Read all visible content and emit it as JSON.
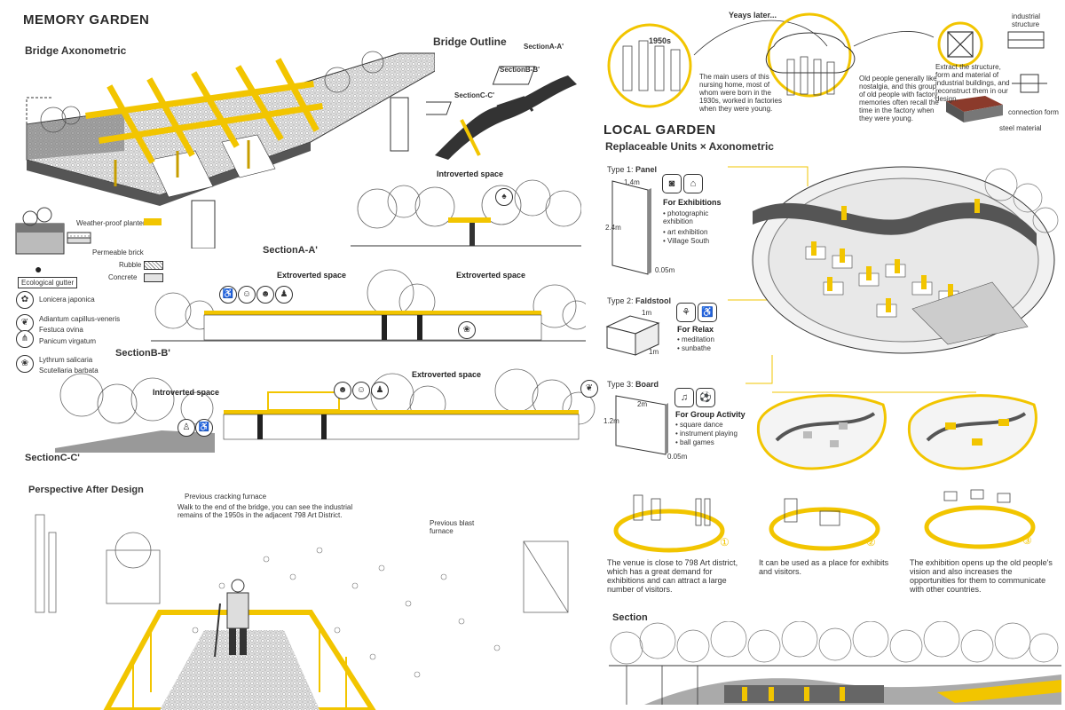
{
  "titles": {
    "memory_garden": "MEMORY GARDEN",
    "bridge_axonometric": "Bridge Axonometric",
    "bridge_outline": "Bridge Outline",
    "local_garden": "LOCAL GARDEN",
    "replaceable_units": "Replaceable Units × Axonometric",
    "perspective": "Perspective After Design",
    "section": "Section"
  },
  "bridge_outline_labels": [
    "SectionA-A'",
    "SectionB-B'",
    "SectionC-C'"
  ],
  "materials": {
    "weatherproof": "Weather-proof planter",
    "permeable": "Permeable brick",
    "rubble": "Rubble",
    "concrete": "Concrete",
    "ecological_gutter": "Ecological gutter"
  },
  "plants": [
    "Lonicera japonica",
    "Adiantum capillus-veneris",
    "Festuca ovina",
    "Panicum virgatum",
    "Lythrum salicaria",
    "Scutellaria barbata"
  ],
  "sections": {
    "a": "SectionA-A'",
    "b": "SectionB-B'",
    "c": "SectionC-C'",
    "introverted": "Introverted space",
    "extroverted": "Extroverted space"
  },
  "story": {
    "year": "1950s",
    "later": "Yeays later...",
    "text1": "The main users of this nursing home, most of whom were born in the 1930s, worked in factories when they were young.",
    "text2": "Old people generally like nostalgia, and this group of old people with factory memories often recall the time in the factory when they were young.",
    "text3": "Extract the structure, form and material of industrial buildings, and reconstruct them in our design.",
    "industrial": "industrial structure",
    "connection": "connection form",
    "steel": "steel material"
  },
  "units": {
    "type1": {
      "label": "Type 1:",
      "name": "Panel",
      "dims": [
        "1.4m",
        "2.4m",
        "0.05m"
      ],
      "use": "For Exhibitions",
      "items": [
        "photographic exhibition",
        "art exhibition",
        "Village South"
      ]
    },
    "type2": {
      "label": "Type 2:",
      "name": "Faldstool",
      "dims": [
        "1m",
        "1m"
      ],
      "use": "For Relax",
      "items": [
        "meditation",
        "sunbathe"
      ]
    },
    "type3": {
      "label": "Type 3:",
      "name": "Board",
      "dims": [
        "2m",
        "1.2m",
        "0.05m"
      ],
      "use": "For Group Activity",
      "items": [
        "square dance",
        "instrument playing",
        "ball games"
      ]
    }
  },
  "perspective_notes": {
    "cracking": "Previous cracking furnace",
    "walk": "Walk to the end of the bridge, you can see the industrial remains of the 1950s in the adjacent 798 Art District.",
    "blast": "Previous blast furnace"
  },
  "scenarios": [
    {
      "num": "①",
      "text": "The venue is close to 798 Art district, which has a great demand for exhibitions and can attract a large number of visitors."
    },
    {
      "num": "②",
      "text": "It can be used as a place for exhibits and visitors."
    },
    {
      "num": "③",
      "text": "The exhibition opens up the old people's vision and also increases the opportunities for them to communicate with other countries."
    }
  ],
  "colors": {
    "accent": "#f2c500",
    "ink": "#2a2a2a",
    "gray": "#8a8a8a"
  }
}
